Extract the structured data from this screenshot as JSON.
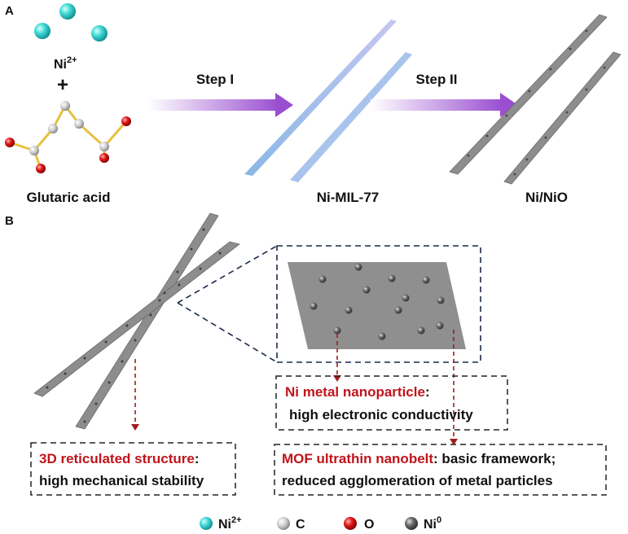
{
  "panel_a": {
    "letter": "A",
    "ni_ion": {
      "base": "Ni",
      "sup": "2+"
    },
    "plus": "+",
    "ligand_label": "Glutaric acid",
    "step1": "Step I",
    "step2": "Step II",
    "product1": "Ni-MIL-77",
    "product2": "Ni/NiO"
  },
  "panel_b": {
    "letter": "B",
    "box_nanoparticle": {
      "title": "Ni metal nanoparticle",
      "colon": ":",
      "line2": "high electronic conductivity"
    },
    "box_structure": {
      "title": "3D reticulated structure",
      "colon": ":",
      "line2": "high mechanical stability"
    },
    "box_nanobelt": {
      "title": "MOF ultrathin nanobelt",
      "rest": ": basic framework;",
      "line2": "reduced agglomeration of metal particles"
    }
  },
  "legend": [
    {
      "symbol": "ni2-ion",
      "base": "Ni",
      "sup": "2+",
      "color": "#3fd3d0"
    },
    {
      "symbol": "carbon",
      "base": "C",
      "sup": "",
      "color": "#c8c8c8"
    },
    {
      "symbol": "oxygen",
      "base": "O",
      "sup": "",
      "color": "#d81414"
    },
    {
      "symbol": "ni0",
      "base": "Ni",
      "sup": "0",
      "color": "#6e6e6e"
    }
  ],
  "colors": {
    "accent_red": "#c0141b",
    "belt_gray": "#8d8d8d",
    "mof_blue": "#9ec3ea",
    "arrow_purple": "#9a4fd0",
    "dash_navy": "#1a2a4a",
    "dash_red": "#a31c1c"
  }
}
